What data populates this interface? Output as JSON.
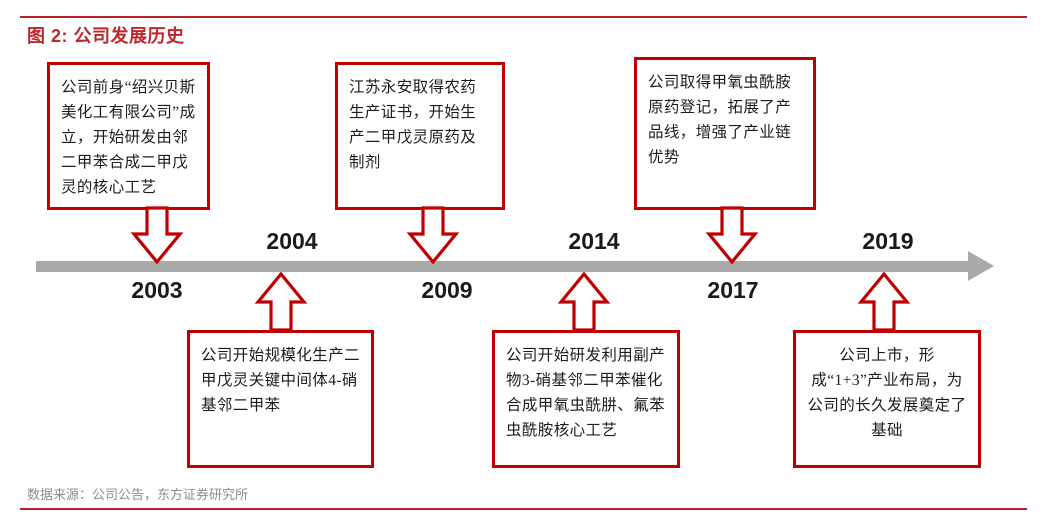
{
  "figure": {
    "title": "图 2: 公司发展历史",
    "source": "数据来源：公司公告，东方证券研究所",
    "accent_color": "#c0272d",
    "box_border_color": "#c00000",
    "axis_color": "#a9a9a9",
    "year_label_color": "#1a1a1a",
    "source_color": "#8c8c8c"
  },
  "timeline": {
    "type": "timeline",
    "axis_direction": "left-to-right",
    "has_end_arrowhead": true,
    "milestones": [
      {
        "year": "2003",
        "year_position": "below",
        "callout_position": "above",
        "text": "公司前身“绍兴贝斯美化工有限公司”成立，开始研发由邻二甲苯合成二甲戊灵的核心工艺",
        "align": "left"
      },
      {
        "year": "2004",
        "year_position": "above",
        "callout_position": "below",
        "text": "公司开始规模化生产二甲戊灵关键中间体4-硝基邻二甲苯",
        "align": "left"
      },
      {
        "year": "2009",
        "year_position": "below",
        "callout_position": "above",
        "text": "江苏永安取得农药生产证书，开始生产二甲戊灵原药及制剂",
        "align": "left"
      },
      {
        "year": "2014",
        "year_position": "above",
        "callout_position": "below",
        "text": "公司开始研发利用副产物3-硝基邻二甲苯催化合成甲氧虫酰肼、氟苯虫酰胺核心工艺",
        "align": "left"
      },
      {
        "year": "2017",
        "year_position": "below",
        "callout_position": "above",
        "text": "公司取得甲氧虫酰胺原药登记，拓展了产品线，增强了产业链优势",
        "align": "left"
      },
      {
        "year": "2019",
        "year_position": "above",
        "callout_position": "below",
        "text": "公司上市，形成“1+3”产业布局，为公司的长久发展奠定了基础",
        "align": "center"
      }
    ]
  }
}
